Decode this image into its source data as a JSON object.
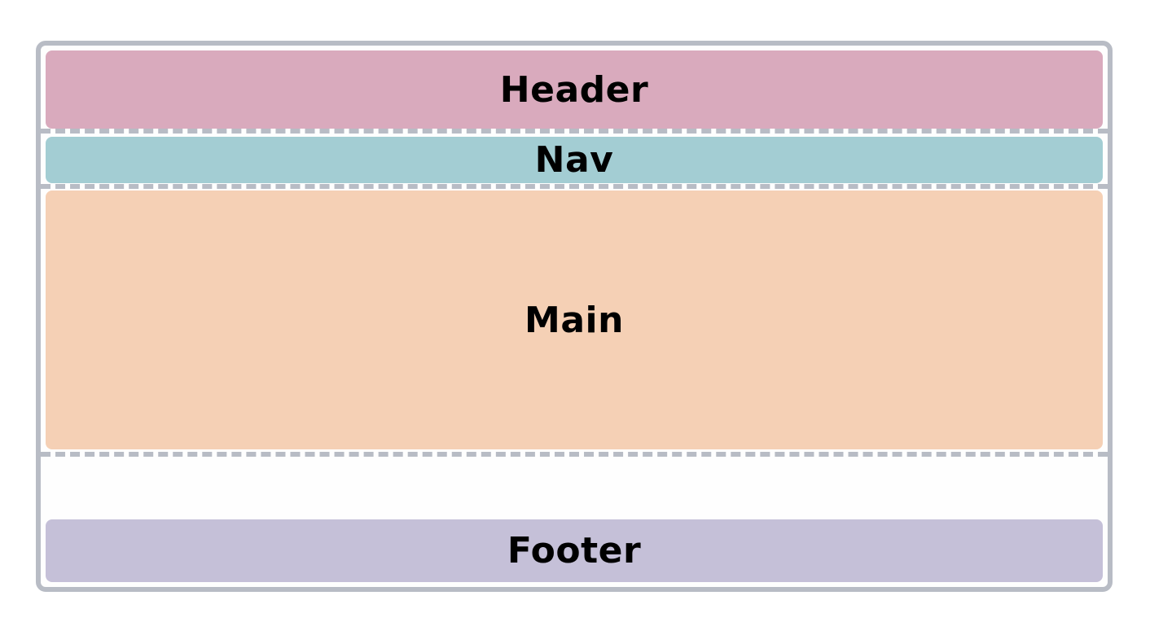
{
  "layout": {
    "regions": [
      {
        "key": "header",
        "label": "Header",
        "color": "#d9aabd"
      },
      {
        "key": "nav",
        "label": "Nav",
        "color": "#a3cdd3"
      },
      {
        "key": "main",
        "label": "Main",
        "color": "#f5d0b5"
      },
      {
        "key": "footer",
        "label": "Footer",
        "color": "#c5c0d8"
      }
    ],
    "frame_border_color": "#b8bcc5",
    "divider_style": "dashed"
  }
}
